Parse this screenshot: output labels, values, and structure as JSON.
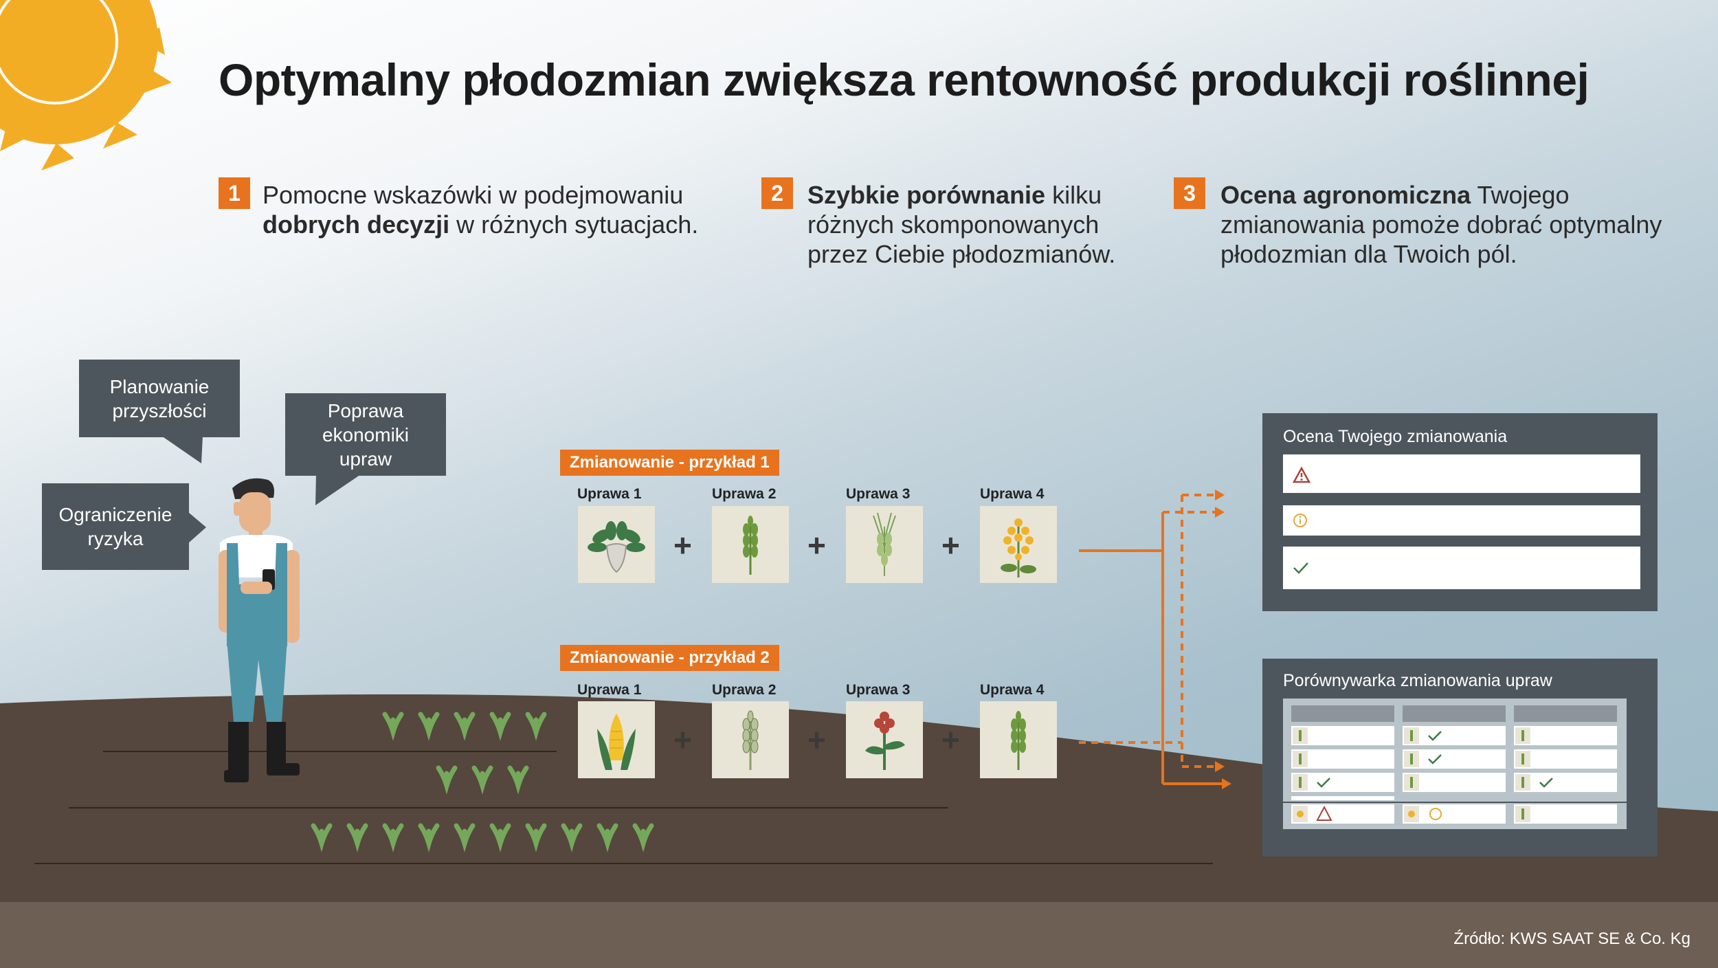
{
  "title": "Optymalny płodozmian zwiększa rentowność produkcji roślinnej",
  "points": [
    {
      "num": "1",
      "a": "Pomocne wskazówki w podejmowaniu",
      "b": "dobrych decyzji",
      "c": " w różnych sytuacjach."
    },
    {
      "num": "2",
      "a": "Szybkie porównanie",
      "b": " kilku",
      "c": "różnych skomponowanych",
      "d": "przez Ciebie płodozmianów."
    },
    {
      "num": "3",
      "a": "Ocena agronomiczna",
      "b": " Twojego",
      "c": "zmianowania pomoże dobrać optymalny",
      "d": "płodozmian dla Twoich pól."
    }
  ],
  "bubbles": {
    "planning": [
      "Planowanie",
      "przyszłości"
    ],
    "economy": [
      "Poprawa",
      "ekonomiki",
      "upraw"
    ],
    "risk": [
      "Ograniczenie",
      "ryzyka"
    ]
  },
  "rotations": [
    {
      "label": "Zmianowanie - przykład 1",
      "crops": [
        "Uprawa 1",
        "Uprawa 2",
        "Uprawa 3",
        "Uprawa 4"
      ]
    },
    {
      "label": "Zmianowanie - przykład 2",
      "crops": [
        "Uprawa 1",
        "Uprawa 2",
        "Uprawa 3",
        "Uprawa 4"
      ]
    }
  ],
  "plus_sign": "+",
  "evaluation_panel": {
    "title": "Ocena Twojego zmianowania",
    "rows": [
      "warning-icon",
      "info-icon",
      "check-icon"
    ]
  },
  "comparison_panel": {
    "title": "Porównywarka zmianowania upraw"
  },
  "source": "Źródło: KWS SAAT SE & Co. Kg",
  "colors": {
    "accent": "#e8731e",
    "panel": "#4e565d",
    "soil": "#55473d",
    "ground": "#6d5f53",
    "sun": "#f3ad25"
  }
}
